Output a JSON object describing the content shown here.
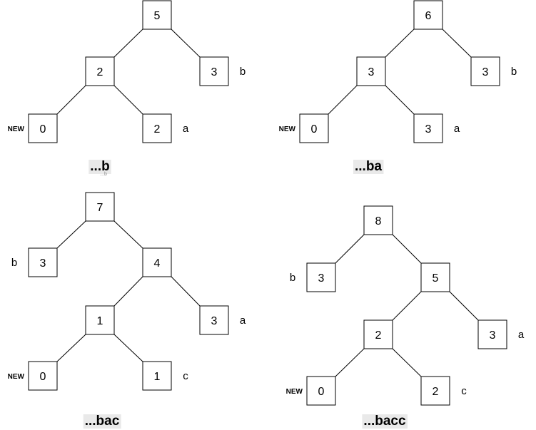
{
  "trees": [
    {
      "caption": "...b",
      "ghost": "...b",
      "nodes": [
        {
          "id": "r",
          "value": "5"
        },
        {
          "id": "l",
          "value": "2"
        },
        {
          "id": "rr",
          "value": "3",
          "symbol": "b"
        },
        {
          "id": "ll",
          "value": "0",
          "tag": "NEW"
        },
        {
          "id": "lr",
          "value": "2",
          "symbol": "a"
        }
      ]
    },
    {
      "caption": "...ba",
      "nodes": [
        {
          "id": "r",
          "value": "6"
        },
        {
          "id": "l",
          "value": "3"
        },
        {
          "id": "rr",
          "value": "3",
          "symbol": "b"
        },
        {
          "id": "ll",
          "value": "0",
          "tag": "NEW"
        },
        {
          "id": "lr",
          "value": "3",
          "symbol": "a"
        }
      ]
    },
    {
      "caption": "...bac",
      "nodes": [
        {
          "id": "r",
          "value": "7"
        },
        {
          "id": "l",
          "value": "3",
          "symbol": "b"
        },
        {
          "id": "rn",
          "value": "4"
        },
        {
          "id": "rl",
          "value": "1"
        },
        {
          "id": "rr",
          "value": "3",
          "symbol": "a"
        },
        {
          "id": "rll",
          "value": "0",
          "tag": "NEW"
        },
        {
          "id": "rlr",
          "value": "1",
          "symbol": "c"
        }
      ]
    },
    {
      "caption": "...bacc",
      "nodes": [
        {
          "id": "r",
          "value": "8"
        },
        {
          "id": "l",
          "value": "3",
          "symbol": "b"
        },
        {
          "id": "rn",
          "value": "5"
        },
        {
          "id": "rl",
          "value": "2"
        },
        {
          "id": "rr",
          "value": "3",
          "symbol": "a"
        },
        {
          "id": "rll",
          "value": "0",
          "tag": "NEW"
        },
        {
          "id": "rlr",
          "value": "2",
          "symbol": "c"
        }
      ]
    }
  ]
}
